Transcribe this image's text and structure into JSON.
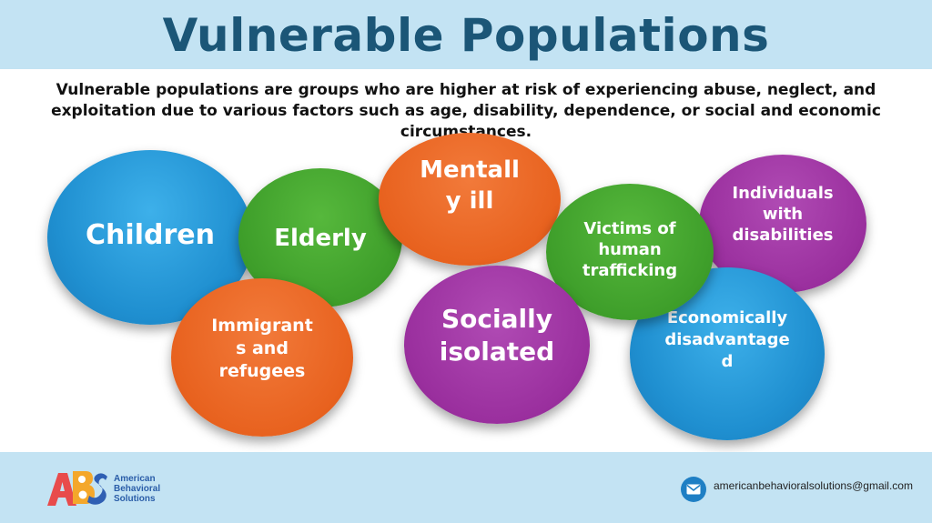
{
  "title": "Vulnerable Populations",
  "intro": "Vulnerable populations are groups who are higher at risk of experiencing abuse, neglect, and exploitation due to various factors such as age, disability, dependence, or social and economic circumstances.",
  "bubbles": {
    "children": "Children",
    "elderly": "Elderly",
    "mentally_ill": "Mentall y ill",
    "victims": "Victims of human trafficking",
    "disabilities": "Individuals with disabilities",
    "immigrants": "Immigrant s and refugees",
    "isolated": "Socially isolated",
    "economic": "Economically disadvantage d"
  },
  "colors": {
    "blue": "#1f8fd0",
    "green": "#3e9e2a",
    "orange": "#e8621f",
    "purple": "#9a2f9e",
    "title": "#1b5677",
    "band": "#c3e3f3"
  },
  "footer": {
    "logo_lines": [
      "American",
      "Behavioral",
      "Solutions"
    ],
    "email": "americanbehavioralsolutions@gmail.com",
    "email_icon": "envelope-icon"
  }
}
